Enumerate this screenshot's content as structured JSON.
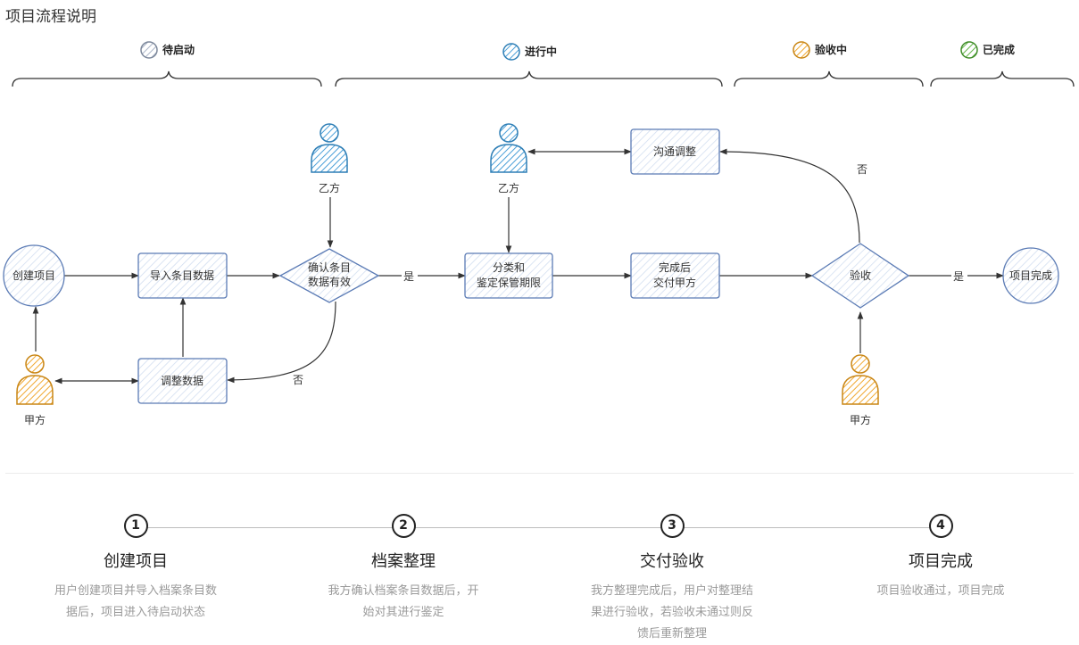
{
  "header": {
    "title": "项目流程说明"
  },
  "phases": [
    {
      "label": "待启动",
      "color": "#a9b3c6"
    },
    {
      "label": "进行中",
      "color": "#4a9fd8"
    },
    {
      "label": "验收中",
      "color": "#f0a830"
    },
    {
      "label": "已完成",
      "color": "#62b347"
    }
  ],
  "nodes": {
    "create": "创建项目",
    "import": "导入条目数据",
    "adjust": "调整数据",
    "confirm_l1": "确认条目",
    "confirm_l2": "数据有效",
    "classify_l1": "分类和",
    "classify_l2": "鉴定保管期限",
    "deliver_l1": "完成后",
    "deliver_l2": "交付甲方",
    "communicate": "沟通调整",
    "accept": "验收",
    "complete": "项目完成"
  },
  "actors": {
    "party_b_1": "乙方",
    "party_b_2": "乙方",
    "party_a_1": "甲方",
    "party_a_2": "甲方"
  },
  "edge_labels": {
    "yes_1": "是",
    "no_1": "否",
    "no_2": "否",
    "yes_2": "是"
  },
  "steps": [
    {
      "number": "1",
      "title": "创建项目",
      "desc": "用户创建项目并导入档案条目数据后，项目进入待启动状态"
    },
    {
      "number": "2",
      "title": "档案整理",
      "desc": "我方确认档案条目数据后，开始对其进行鉴定"
    },
    {
      "number": "3",
      "title": "交付验收",
      "desc": "我方整理完成后，用户对整理结果进行验收，若验收未通过则反馈后重新整理"
    },
    {
      "number": "4",
      "title": "项目完成",
      "desc": "项目验收通过，项目完成"
    }
  ]
}
